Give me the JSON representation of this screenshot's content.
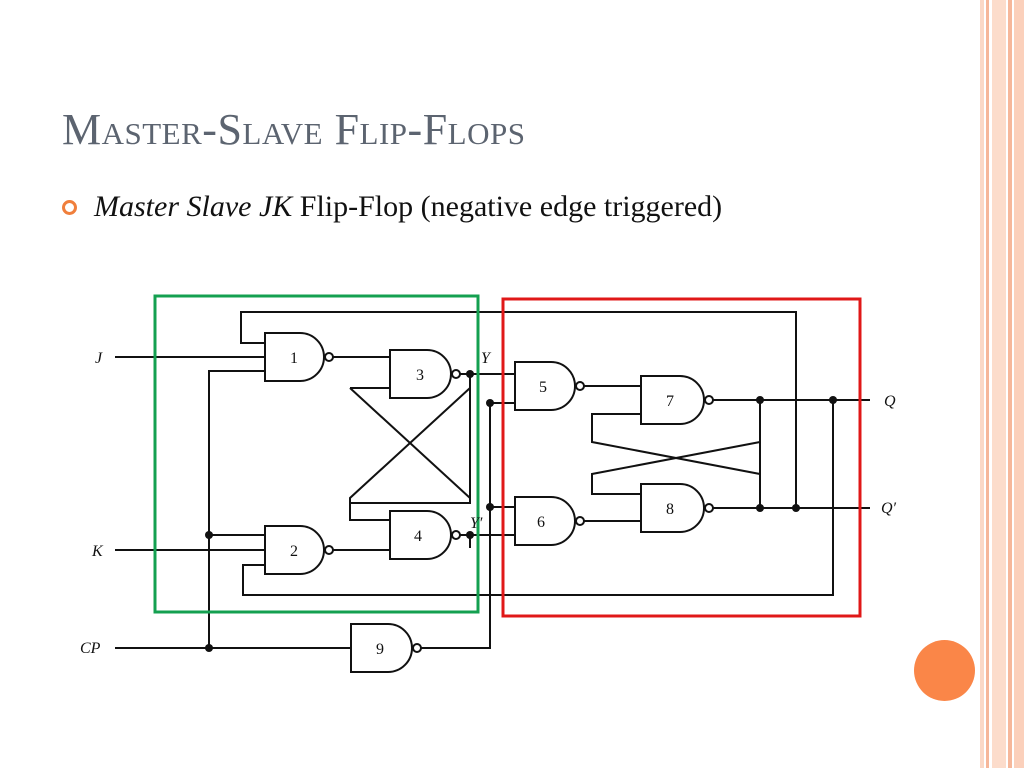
{
  "slide": {
    "title": "Master-Slave Flip-Flops",
    "bullet": {
      "italic_text": "Master Slave JK",
      "plain_text": " Flip-Flop (negative edge triggered)"
    }
  },
  "diagram": {
    "inputs": {
      "j": "J",
      "k": "K",
      "cp": "CP"
    },
    "outputs": {
      "q": "Q",
      "q_prime": "Q′"
    },
    "internal": {
      "y": "Y",
      "y_prime": "Y′"
    },
    "gates": [
      "1",
      "2",
      "3",
      "4",
      "5",
      "6",
      "7",
      "8",
      "9"
    ],
    "master_box_color": "#14a050",
    "slave_box_color": "#e01818"
  },
  "theme": {
    "accent_orange": "#fa8648",
    "border_stripe_color": "#f6c0a8"
  }
}
